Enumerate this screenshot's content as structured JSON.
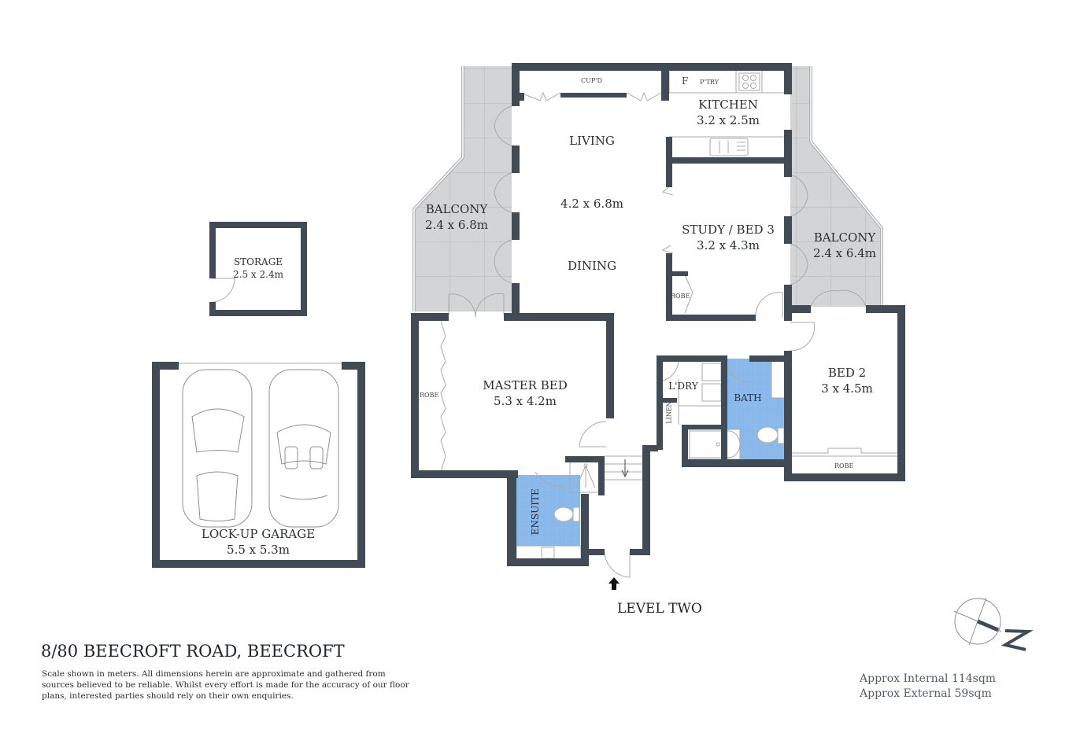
{
  "plan": {
    "address": "8/80 BEECROFT ROAD, BEECROFT",
    "disclaimer": "Scale shown in meters. All dimensions herein are approximate and gathered from sources believed to be  reliable. Whilst every effort is made for the accuracy of our floor plans, interested parties should rely on their own enquiries.",
    "level_label": "LEVEL TWO",
    "area": {
      "internal": "Approx Internal 114sqm",
      "external": "Approx External 59sqm"
    },
    "compass": {
      "icon": "north-arrow-icon",
      "label": "N"
    },
    "colors": {
      "wall": "#414b55",
      "balcony": "#d3d4d5",
      "wet_area": "#8ab8ea",
      "line": "#a7a9ac"
    }
  },
  "rooms": {
    "living": {
      "name": "LIVING",
      "dims": "4.2 x 6.8m"
    },
    "dining": {
      "name": "DINING"
    },
    "kitchen": {
      "name": "KITCHEN",
      "dims": "3.2 x 2.5m"
    },
    "balcony_west": {
      "name": "BALCONY",
      "dims": "2.4 x 6.8m"
    },
    "balcony_east": {
      "name": "BALCONY",
      "dims": "2.4 x 6.4m"
    },
    "study": {
      "name": "STUDY / BED 3",
      "dims": "3.2 x 4.3m"
    },
    "master": {
      "name": "MASTER BED",
      "dims": "5.3 x 4.2m"
    },
    "bed2": {
      "name": "BED 2",
      "dims": "3 x 4.5m"
    },
    "bath": {
      "name": "BATH"
    },
    "laundry": {
      "name": "L'DRY"
    },
    "ensuite": {
      "name": "ENSUITE"
    },
    "storage": {
      "name": "STORAGE",
      "dims": "2.5 x 2.4m"
    },
    "garage": {
      "name": "LOCK-UP GARAGE",
      "dims": "5.5 x 5.3m"
    }
  },
  "fixtures": {
    "cupboard": "CUP'D",
    "fridge": "F",
    "pantry": "P'TRY",
    "robe_study": "ROBE",
    "robe_master": "ROBE",
    "robe_bed2": "ROBE",
    "linen": "LINEN"
  }
}
